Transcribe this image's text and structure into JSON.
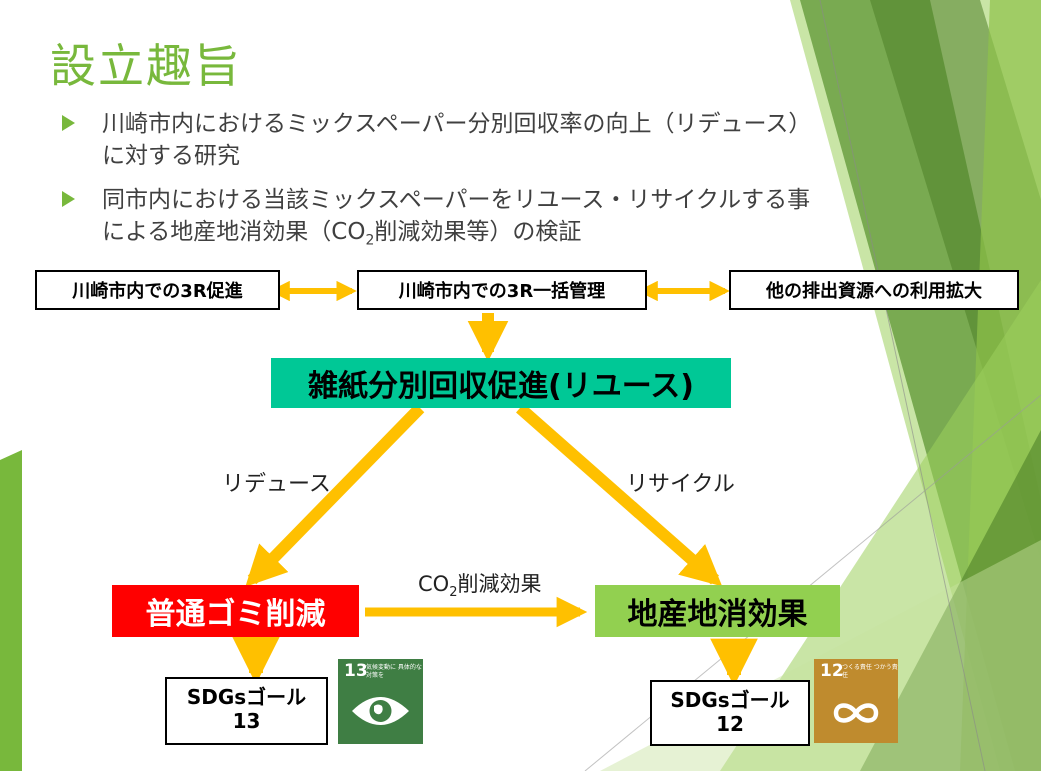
{
  "slide": {
    "title": "設立趣旨",
    "bullets": [
      {
        "text": "川崎市内におけるミックスペーパー分別回収率の向上（リデュース）に対する研究"
      },
      {
        "pre": "同市内における当該ミックスペーパーをリユース・リサイクルする事による地産地消効果（CO",
        "sub": "2",
        "post": "削減効果等）の検証"
      }
    ]
  },
  "diagram": {
    "top_left": "川崎市内での3R促進",
    "top_center": "川崎市内での3R一括管理",
    "top_right": "他の排出資源への利用拡大",
    "center": "雑紙分別回収促進(リユース)",
    "left_branch_label": "リデュース",
    "right_branch_label": "リサイクル",
    "co2_label": {
      "pre": "CO",
      "sub": "2",
      "post": "削減効果"
    },
    "left_result": "普通ゴミ削減",
    "right_result": "地産地消効果",
    "left_goal": {
      "line1": "SDGsゴール",
      "line2": "13"
    },
    "right_goal": {
      "line1": "SDGsゴール",
      "line2": "12"
    }
  },
  "icons": {
    "sdg13": {
      "number": "13",
      "caption": "気候変動に 具体的な対策を",
      "color": "#3f7e44",
      "name": "climate-action-eye-icon"
    },
    "sdg12": {
      "number": "12",
      "caption": "つくる責任 つかう責任",
      "color": "#bf8b2e",
      "name": "responsible-consumption-infinity-icon"
    }
  },
  "colors": {
    "accent_green": "#78b83c",
    "arrow_yellow": "#ffc000",
    "teal_box": "#00c896",
    "red_box": "#ff0000",
    "green_box": "#92d050"
  }
}
